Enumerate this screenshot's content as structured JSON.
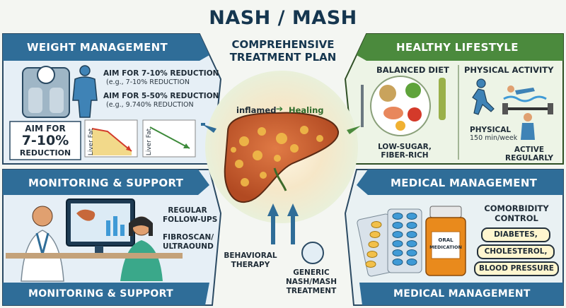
{
  "title": {
    "main": "NASH / MASH",
    "sub_line1": "COMPREHENSIVE",
    "sub_line2": "TREATMENT PLAN"
  },
  "center": {
    "inflamed": "inflamed",
    "healing": "Healing"
  },
  "weight": {
    "banner": "WEIGHT MANAGEMENT",
    "aim1": "AIM FOR 7-10% REDUCTION",
    "aim1_eg": "(e.g., 7-10% REDUCTION",
    "aim2": "AIM FOR 5-50% REDUCTION",
    "aim2_eg": "(e.g., 9.740% REDUCTION",
    "box_l1": "AIM FOR",
    "box_l2": "7-10%",
    "box_l3": "REDUCTION",
    "chart1_label": "Liver Fat",
    "chart2_label": "Liver Fat"
  },
  "lifestyle": {
    "banner": "HEALTHY LIFESTYLE",
    "diet": "BALANCED DIET",
    "activity": "PHYSICAL ACTIVITY",
    "diet_note1": "LOW-SUGAR,",
    "diet_note2": "FIBER-RICH",
    "phys1": "PHYSICAL",
    "phys2": "150 min/week",
    "active1": "ACTIVE",
    "active2": "REGULARLY"
  },
  "monitoring": {
    "banner_top": "MONITORING & SUPPORT",
    "banner_bottom": "MONITORING & SUPPORT",
    "followup1": "REGULAR",
    "followup2": "FOLLOW-UPS",
    "scan1": "FIBROSCAN/",
    "scan2": "ULTRAOUND"
  },
  "behavioral": {
    "l1": "BEHAVIORAL",
    "l2": "THERAPY"
  },
  "generic": {
    "l1": "GENERIC",
    "l2": "NASH/MASH",
    "l3": "TREATMENT"
  },
  "medical": {
    "banner_top": "MEDICAL MANAGEMENT",
    "banner_bottom": "MEDICAL MANAGEMENT",
    "comorb1": "COMORBIDITY",
    "comorb2": "CONTROL",
    "items": [
      "DIABETES,",
      "CHOLESTEROL,",
      "BLOOD PRESSURE"
    ],
    "bottle1": "ORAL",
    "bottle2": "MEDICATION"
  },
  "colors": {
    "banner_blue": "#2f6d98",
    "banner_green": "#4b8a3d",
    "bottle_orange": "#e98a1c"
  }
}
